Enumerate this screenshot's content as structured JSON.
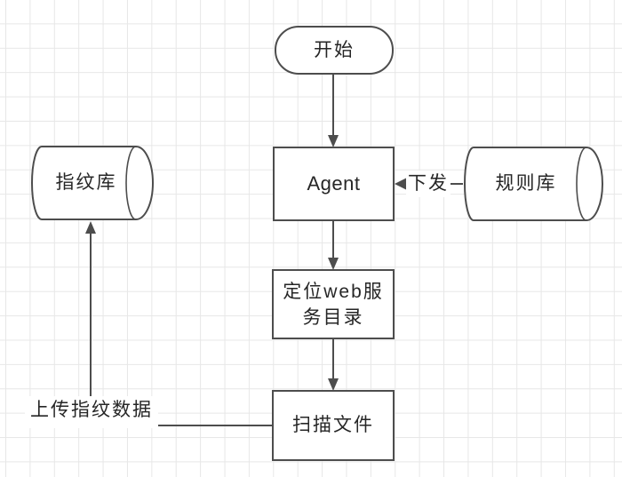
{
  "diagram": {
    "type": "flowchart",
    "nodes": [
      {
        "id": "start",
        "shape": "terminator",
        "label": "开始"
      },
      {
        "id": "agent",
        "shape": "process",
        "label": "Agent"
      },
      {
        "id": "fingerprint-db",
        "shape": "datastore",
        "label": "指纹库"
      },
      {
        "id": "rule-db",
        "shape": "datastore",
        "label": "规则库"
      },
      {
        "id": "locate-web-dir",
        "shape": "process",
        "label": "定位web服务目录"
      },
      {
        "id": "scan-files",
        "shape": "process",
        "label": "扫描文件"
      }
    ],
    "edges": [
      {
        "from": "start",
        "to": "agent",
        "label": ""
      },
      {
        "from": "rule-db",
        "to": "agent",
        "label": "下发"
      },
      {
        "from": "agent",
        "to": "locate-web-dir",
        "label": ""
      },
      {
        "from": "locate-web-dir",
        "to": "scan-files",
        "label": ""
      },
      {
        "from": "scan-files",
        "to": "fingerprint-db",
        "label": "上传指纹数据"
      }
    ],
    "colors": {
      "stroke": "#4d4d4d",
      "node_fill": "#ffffff",
      "text": "#262626",
      "grid_line": "#e7e7e7",
      "background": "#ffffff"
    }
  }
}
